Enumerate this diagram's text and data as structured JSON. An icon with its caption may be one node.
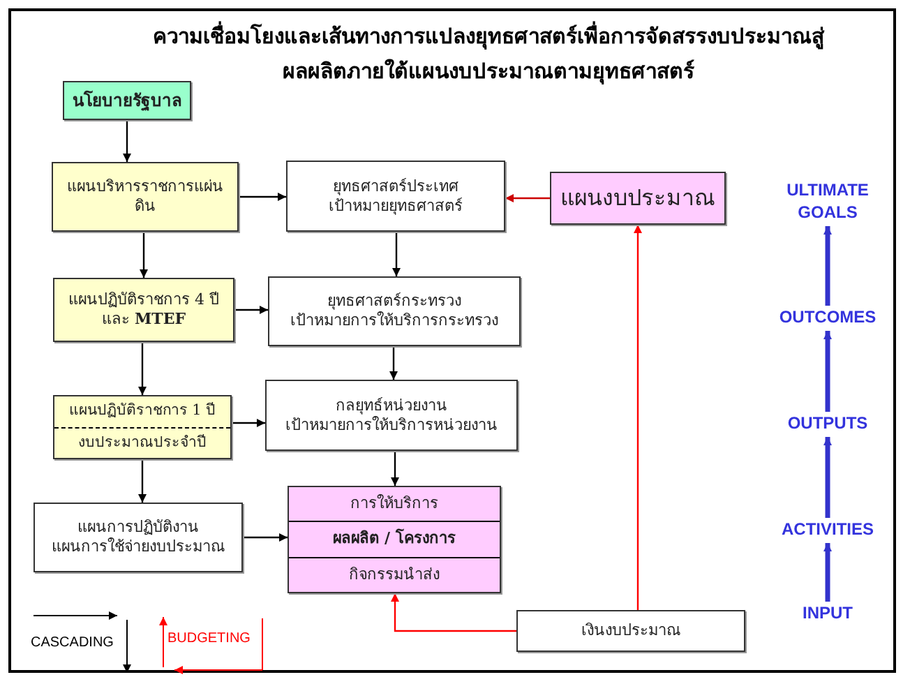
{
  "diagram": {
    "title": "ความเชื่อมโยงและเส้นทางการแปลงยุทธศาสตร์เพื่อการจัดสรรงบประมาณสู่ผลผลิตภายใต้แผนงบประมาณตามยุทธศาสตร์",
    "nodes": [
      {
        "text": [
          "นโยบายรัฐบาล"
        ]
      },
      {
        "text": [
          "แผนบริหารราชการแผ่นดิน"
        ]
      },
      {
        "text": [
          "ยุทธศาสตร์ประเทศ",
          "เป้าหมายยุทธศาสตร์"
        ]
      },
      {
        "text": [
          "แผนปฏิบัติราชการ 4 ปี และ **MTEF**"
        ]
      },
      {
        "text": [
          "ยุทธศาสตร์กระทรวง",
          "เป้าหมายการให้บริการกระทรวง"
        ]
      },
      {
        "text": [
          "แผนปฏิบัติราชการ 1 ปี",
          "งบประมาณประจำปี"
        ]
      },
      {
        "text": [
          "กลยุทธ์หน่วยงาน",
          "เป้าหมายการให้บริการหน่วยงาน"
        ]
      },
      {
        "text": [
          "แผนการปฏิบัติงาน",
          "แผนการใช้จ่ายงบประมาณ"
        ]
      },
      {
        "text": [
          "การให้บริการ",
          "ผลผลิต / โครงการ",
          "กิจกรรมนำส่ง"
        ]
      },
      {
        "text": [
          "แผนงบประมาณ"
        ]
      },
      {
        "text": [
          "เงินงบประมาณ"
        ]
      },
      {
        "text": [
          "ULTIMATE GOALS"
        ]
      },
      {
        "text": [
          "OUTCOMES"
        ]
      },
      {
        "text": [
          "OUTPUTS"
        ]
      },
      {
        "text": [
          "ACTIVITIES"
        ]
      },
      {
        "text": [
          "INPUT"
        ]
      }
    ],
    "edges": [
      {
        "from": 0,
        "to": 1,
        "arrow": "to"
      },
      {
        "from": 1,
        "to": 2,
        "arrow": "to"
      },
      {
        "from": 1,
        "to": 3,
        "arrow": "to"
      },
      {
        "from": 2,
        "to": 4,
        "arrow": "to"
      },
      {
        "from": 3,
        "to": 4,
        "arrow": "to"
      },
      {
        "from": 3,
        "to": 5,
        "arrow": "to"
      },
      {
        "from": 4,
        "to": 6,
        "arrow": "to"
      },
      {
        "from": 5,
        "to": 6,
        "arrow": "to"
      },
      {
        "from": 5,
        "to": 7,
        "arrow": "to"
      },
      {
        "from": 6,
        "to": 8,
        "arrow": "to"
      },
      {
        "from": 7,
        "to": 8,
        "arrow": "to"
      },
      {
        "from": 9,
        "to": 2,
        "arrow": "to",
        "color": "#cc0000"
      },
      {
        "from": 10,
        "to": 9,
        "arrow": "to",
        "color": "#ff0000"
      },
      {
        "from": 10,
        "to": 8,
        "arrow": "to",
        "color": "#ff0000"
      },
      {
        "from": 15,
        "to": 14,
        "arrow": "to",
        "style": "thick",
        "color": "#3333cc"
      },
      {
        "from": 14,
        "to": 13,
        "arrow": "to",
        "style": "thick",
        "color": "#3333cc"
      },
      {
        "from": 13,
        "to": 12,
        "arrow": "to",
        "style": "thick",
        "color": "#3333cc"
      },
      {
        "from": 12,
        "to": 11,
        "arrow": "to",
        "style": "thick",
        "color": "#3333cc"
      }
    ],
    "legend": [
      {
        "text": "CASCADING"
      },
      {
        "text": "BUDGETING"
      }
    ]
  }
}
